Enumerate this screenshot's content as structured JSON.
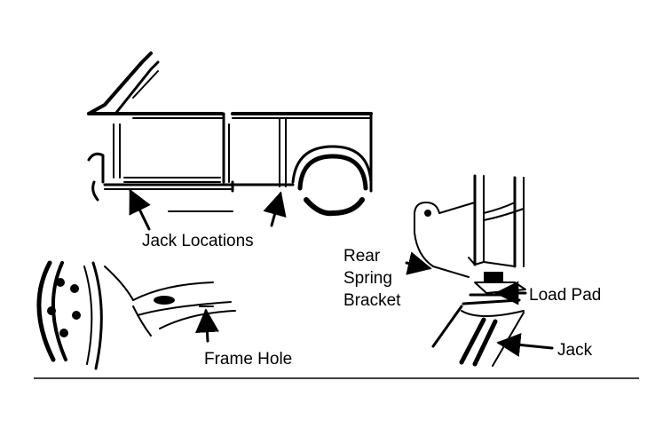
{
  "labels": {
    "jack_locations": "Jack Locations",
    "frame_hole": "Frame Hole",
    "rear_spring_bracket": [
      "Rear",
      "Spring",
      "Bracket"
    ],
    "load_pad": "Load Pad",
    "jack": "Jack"
  }
}
